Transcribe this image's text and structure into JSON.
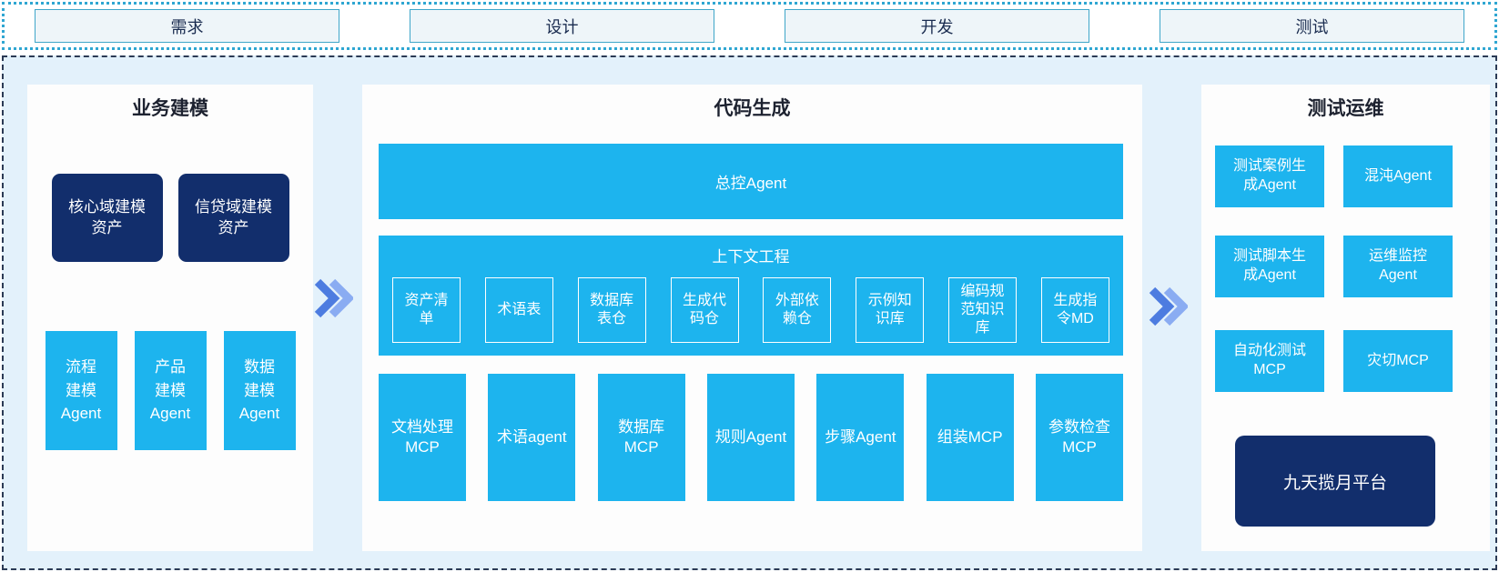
{
  "colors": {
    "cyan": "#1db4ee",
    "navy": "#122e6c",
    "container_bg": "#e3f1fb",
    "panel_bg": "#fdfdfd",
    "phase_box_bg": "#eef5f9",
    "phase_box_border": "#3fa6c9",
    "phase_text": "#1a2c50",
    "title_text": "#1d2230",
    "dotted_border": "#2fa6d2",
    "dashed_border": "#2b3a55",
    "chevron_dark": "#4d7ce0",
    "chevron_light": "#8aacf2"
  },
  "phases": {
    "items": [
      {
        "label": "需求"
      },
      {
        "label": "设计"
      },
      {
        "label": "开发"
      },
      {
        "label": "测试"
      }
    ]
  },
  "business": {
    "title": "业务建模",
    "assets": [
      {
        "label": "核心域建模\n资产"
      },
      {
        "label": "信贷域建模\n资产"
      }
    ],
    "agents": [
      {
        "label": "流程\n建模\nAgent"
      },
      {
        "label": "产品\n建模\nAgent"
      },
      {
        "label": "数据\n建模\nAgent"
      }
    ]
  },
  "codegen": {
    "title": "代码生成",
    "master_agent": "总控Agent",
    "context": {
      "title": "上下文工程",
      "boxes": [
        {
          "label": "资产清\n单"
        },
        {
          "label": "术语表"
        },
        {
          "label": "数据库\n表仓"
        },
        {
          "label": "生成代\n码仓"
        },
        {
          "label": "外部依\n赖仓"
        },
        {
          "label": "示例知\n识库"
        },
        {
          "label": "编码规\n范知识\n库"
        },
        {
          "label": "生成指\n令MD"
        }
      ]
    },
    "workers": [
      {
        "label": "文档处理\nMCP"
      },
      {
        "label": "术语agent"
      },
      {
        "label": "数据库\nMCP"
      },
      {
        "label": "规则Agent"
      },
      {
        "label": "步骤Agent"
      },
      {
        "label": "组装MCP"
      },
      {
        "label": "参数检查\nMCP"
      }
    ]
  },
  "testing": {
    "title": "测试运维",
    "boxes": [
      {
        "label": "测试案例生\n成Agent"
      },
      {
        "label": "混沌Agent"
      },
      {
        "label": "测试脚本生\n成Agent"
      },
      {
        "label": "运维监控\nAgent"
      },
      {
        "label": "自动化测试\nMCP"
      },
      {
        "label": "灾切MCP"
      }
    ],
    "platform": "九天揽月平台"
  }
}
